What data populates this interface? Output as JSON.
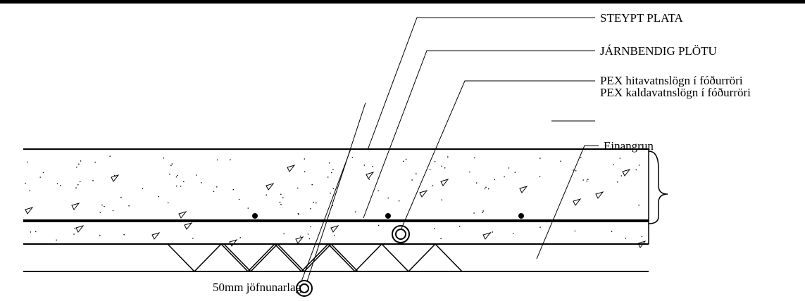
{
  "labels": {
    "steypt_plata": "STEYPT PLATA",
    "jarnbending": "JÁRNBENDIG PLÖTU",
    "pex_hita": "PEX hitavatnslögn í fóðurröri",
    "pex_kalda": "PEX kaldavatnslögn í fóðurröri",
    "einangrun": "Einangrun",
    "jofnunarlag": "50mm jöfnunarlag"
  },
  "colors": {
    "line": "#000000",
    "background": "#ffffff"
  }
}
